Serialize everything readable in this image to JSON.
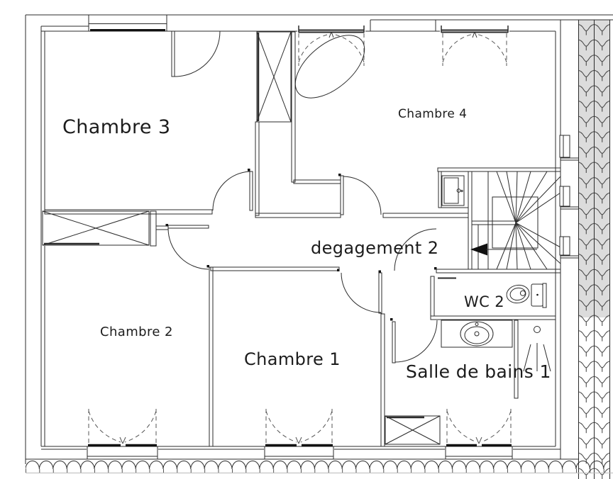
{
  "rooms": {
    "chambre3": "Chambre 3",
    "chambre4": "Chambre 4",
    "chambre2": "Chambre 2",
    "chambre1": "Chambre 1",
    "degagement": "degagement 2",
    "wc": "WC 2",
    "salle_de_bains": "Salle de bains 1"
  },
  "colors": {
    "line": "#2b2b2b",
    "roof_tile_fill": "#dcdcdc",
    "dashed_line": "#555555"
  },
  "icons": {
    "staircase": "staircase",
    "direction_arrow": "stair-direction-arrow",
    "toilet": "toilet-icon",
    "sink": "sink-icon",
    "shower": "shower-icon",
    "wardrobe": "crossed-box-wardrobe"
  }
}
